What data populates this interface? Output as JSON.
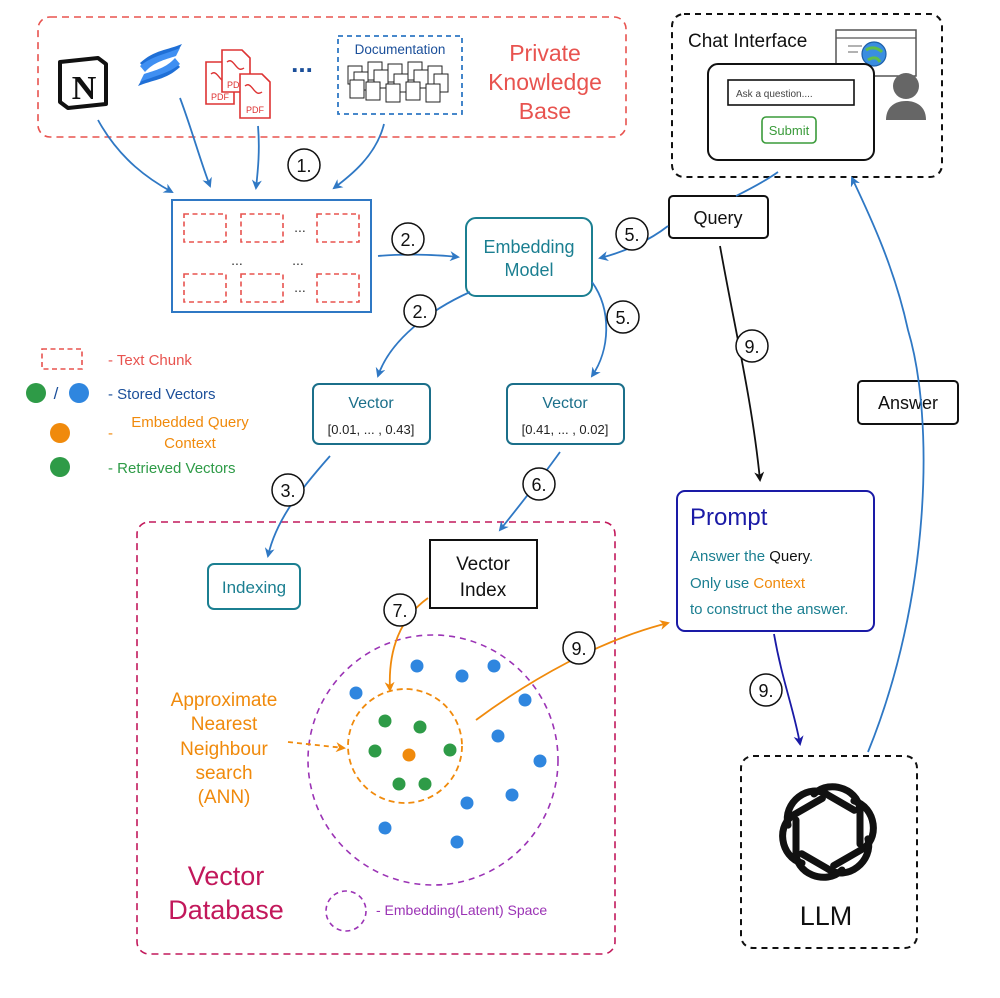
{
  "knowledge_base": {
    "title_line1": "Private",
    "title_line2": "Knowledge",
    "title_line3": "Base",
    "notion_letter": "N",
    "pdf_label": "PDF",
    "ellipsis": "...",
    "documentation_label": "Documentation"
  },
  "chat": {
    "title": "Chat Interface",
    "input_placeholder": "Ask a question....",
    "submit_label": "Submit"
  },
  "query_label": "Query",
  "answer_label": "Answer",
  "embedding_model": {
    "line1": "Embedding",
    "line2": "Model"
  },
  "chunks_ellipsis": "...",
  "vector_left": {
    "title": "Vector",
    "values": "[0.01, ... , 0.43]"
  },
  "vector_right": {
    "title": "Vector",
    "values": "[0.41, ... , 0.02]"
  },
  "steps": {
    "s1": "1.",
    "s2a": "2.",
    "s2b": "2.",
    "s3": "3.",
    "s5a": "5.",
    "s5b": "5.",
    "s6": "6.",
    "s7": "7.",
    "s9a": "9.",
    "s9b": "9.",
    "s9c": "9."
  },
  "legend": {
    "text_chunk": "- Text Chunk",
    "slash": "/",
    "stored_vectors": "- Stored Vectors",
    "dash": "-",
    "embedded_query_line1": "Embedded Query",
    "embedded_query_line2": "Context",
    "retrieved_vectors": "- Retrieved Vectors",
    "embedding_space": "- Embedding(Latent) Space"
  },
  "indexing_label": "Indexing",
  "vector_index": {
    "line1": "Vector",
    "line2": "Index"
  },
  "ann": {
    "line1": "Approximate",
    "line2": "Nearest",
    "line3": "Neighbour",
    "line4": "search",
    "line5": "(ANN)"
  },
  "vector_database": {
    "line1": "Vector",
    "line2": "Database"
  },
  "prompt": {
    "title": "Prompt",
    "line1_a": "Answer the ",
    "line1_b": "Query",
    "line1_c": ".",
    "line2_a": "Only use ",
    "line2_b": "Context",
    "line3": "to construct the answer."
  },
  "llm_label": "LLM",
  "colors": {
    "red_dashed": "#e8534f",
    "blue_arrow": "#2f78c4",
    "teal": "#1b7f91",
    "dark_teal": "#1b6f8a",
    "orange": "#f08a0c",
    "green": "#2e9b47",
    "blue_dot": "#2f86df",
    "purple": "#9b33b5",
    "crimson": "#c2185b",
    "navy": "#1a1aa6",
    "green_btn": "#3a9b3a"
  }
}
